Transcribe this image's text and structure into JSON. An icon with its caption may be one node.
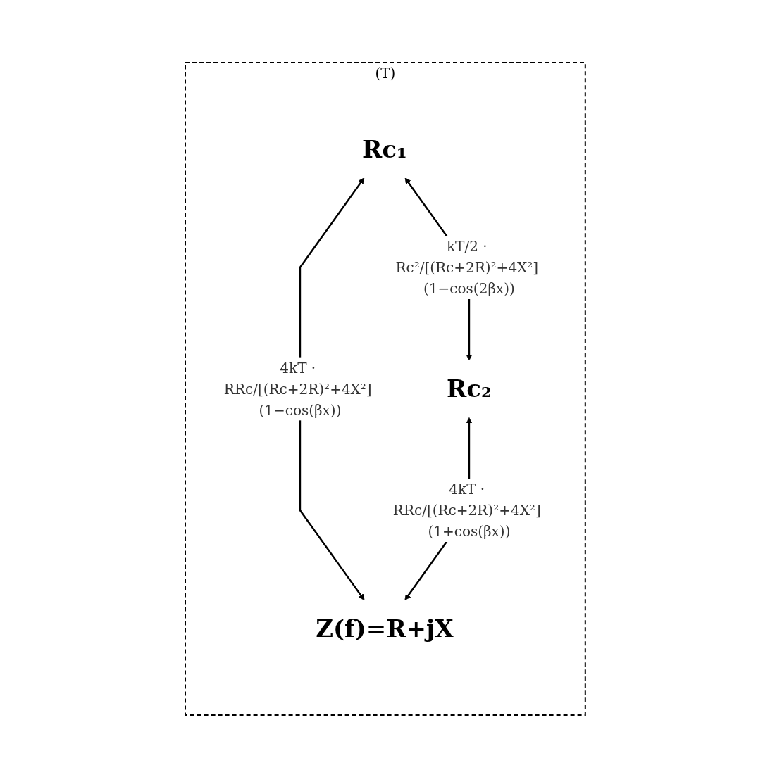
{
  "diagram": {
    "nodes": [
      {
        "text": [
          "(T)"
        ]
      },
      {
        "text": [
          "Rc₁"
        ],
        "in": 0
      },
      {
        "text": [
          "Rc₂"
        ],
        "in": 0
      },
      {
        "text": [
          "Z(f)=R+jX"
        ],
        "in": 0
      }
    ],
    "edges": [
      {
        "from": 1,
        "to": 2,
        "arrow": "both",
        "label": "kT/2 · Rc²/[(Rc+2R)²+4X²] (1−cos(2βx))"
      },
      {
        "from": 1,
        "to": 3,
        "arrow": "both",
        "label": "4kT · RRc/[(Rc+2R)²+4X²] (1−cos(βx))"
      },
      {
        "from": 2,
        "to": 3,
        "arrow": "both",
        "label": "4kT · RRc/[(Rc+2R)²+4X²] (1+cos(βx))"
      }
    ]
  }
}
